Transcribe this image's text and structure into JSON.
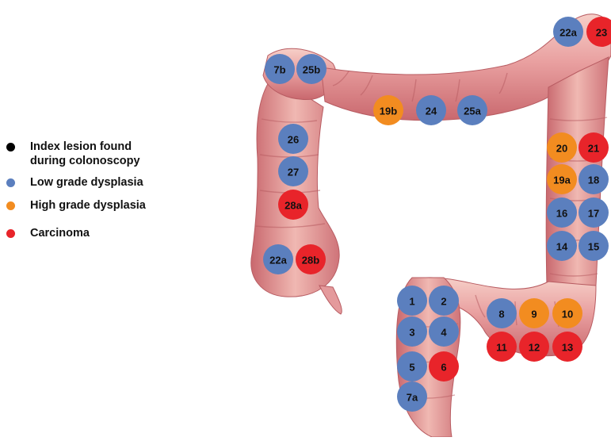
{
  "legend": {
    "items": [
      {
        "label": "Index lesion found\nduring colonoscopy",
        "color": "#000000"
      },
      {
        "label": "Low grade dysplasia",
        "color": "#5b7fbe"
      },
      {
        "label": "High grade dysplasia",
        "color": "#f28c20"
      },
      {
        "label": "Carcinoma",
        "color": "#e8242a"
      }
    ]
  },
  "markers": [
    {
      "label": "7b",
      "category": "low"
    },
    {
      "label": "25b",
      "category": "low"
    },
    {
      "label": "19b",
      "category": "high"
    },
    {
      "label": "24",
      "category": "low"
    },
    {
      "label": "25a",
      "category": "low"
    },
    {
      "label": "22a",
      "category": "low"
    },
    {
      "label": "23",
      "category": "carcinoma"
    },
    {
      "label": "26",
      "category": "low"
    },
    {
      "label": "27",
      "category": "low"
    },
    {
      "label": "28a",
      "category": "carcinoma"
    },
    {
      "label": "22a",
      "category": "low"
    },
    {
      "label": "28b",
      "category": "carcinoma"
    },
    {
      "label": "20",
      "category": "high"
    },
    {
      "label": "21",
      "category": "carcinoma"
    },
    {
      "label": "19a",
      "category": "high"
    },
    {
      "label": "18",
      "category": "low"
    },
    {
      "label": "16",
      "category": "low"
    },
    {
      "label": "17",
      "category": "low"
    },
    {
      "label": "14",
      "category": "low"
    },
    {
      "label": "15",
      "category": "low"
    },
    {
      "label": "1",
      "category": "low"
    },
    {
      "label": "2",
      "category": "low"
    },
    {
      "label": "8",
      "category": "low"
    },
    {
      "label": "9",
      "category": "high"
    },
    {
      "label": "10",
      "category": "high"
    },
    {
      "label": "3",
      "category": "low"
    },
    {
      "label": "4",
      "category": "low"
    },
    {
      "label": "11",
      "category": "carcinoma"
    },
    {
      "label": "12",
      "category": "carcinoma"
    },
    {
      "label": "13",
      "category": "carcinoma"
    },
    {
      "label": "5",
      "category": "low"
    },
    {
      "label": "6",
      "category": "carcinoma"
    },
    {
      "label": "7a",
      "category": "low"
    }
  ],
  "colors": {
    "low": "#5b7fbe",
    "high": "#f28c20",
    "carcinoma": "#e8242a",
    "index": "#000000",
    "colon_fill": "#e89a9a",
    "colon_light": "#f3c0b8",
    "colon_dark": "#c96a6e"
  }
}
